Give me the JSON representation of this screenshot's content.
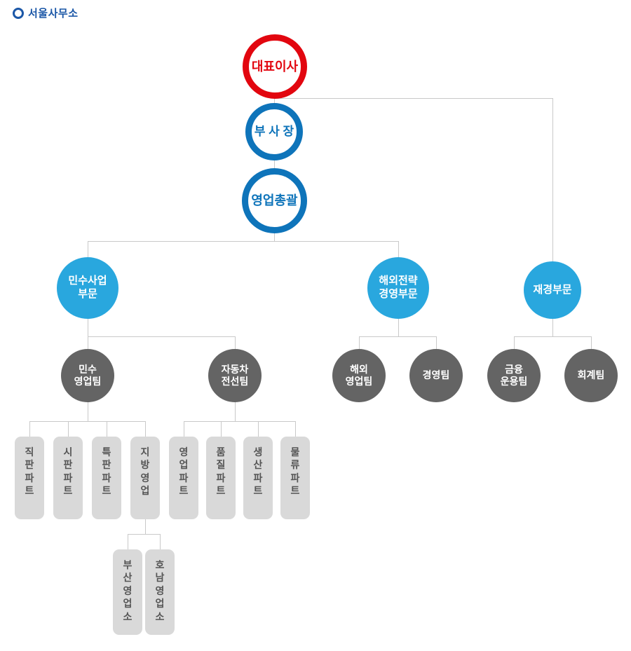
{
  "header": {
    "title": "서울사무소"
  },
  "nodes": {
    "ceo": "대표이사",
    "vp": "부 사 장",
    "sales_head": "영업총괄",
    "div_minsu": "민수사업\n부문",
    "div_overseas": "해외전략\n경영부문",
    "div_finance": "재경부문",
    "team_minsu": "민수\n영업팀",
    "team_auto": "자동차\n전선팀",
    "team_overseas": "해외\n영업팀",
    "team_mgmt": "경영팀",
    "team_finops": "금융\n운용팀",
    "team_acct": "회계팀",
    "part_jikpan": "직판파트",
    "part_sipan": "시판파트",
    "part_teukpan": "특판파트",
    "part_jibang": "지방영업",
    "part_yeongup": "영업파트",
    "part_pumjil": "품질파트",
    "part_saengsan": "생산파트",
    "part_mullyu": "물류파트",
    "office_busan": "부산영업소",
    "office_honam": "호남영업소"
  },
  "colors": {
    "red_ring": "#e2060f",
    "blue_ring": "#0e74ba",
    "blue_fill": "#29a7de",
    "gray_fill": "#646464",
    "box_fill": "#d9d9d9",
    "connector": "#c9c9c9",
    "title_blue": "#1b57a7"
  }
}
